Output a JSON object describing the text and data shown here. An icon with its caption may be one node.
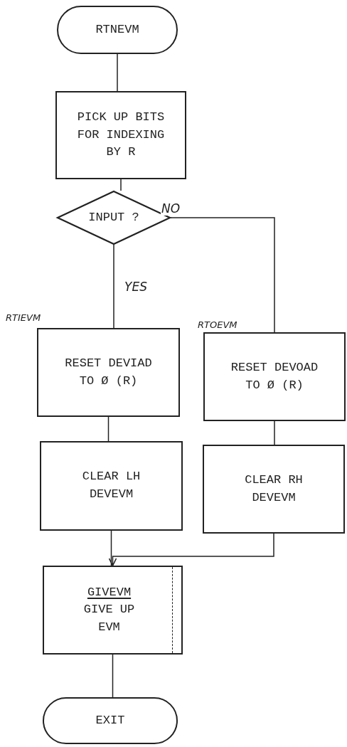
{
  "diagram": {
    "nodes": [
      {
        "text": [
          "RTNEVM"
        ]
      },
      {
        "text": [
          "PICK UP BITS FOR INDEXING BY R"
        ]
      },
      {
        "text": [
          "INPUT ?"
        ]
      },
      {
        "text": [
          "RESET DEVIAD TO Ø (R)"
        ],
        "beside": [
          "RTIEVM"
        ]
      },
      {
        "text": [
          "RESET DEVOAD TO Ø (R)"
        ],
        "beside": [
          "RTOEVM"
        ]
      },
      {
        "text": [
          "CLEAR LH DEVEVM"
        ]
      },
      {
        "text": [
          "CLEAR RH DEVEVM"
        ]
      },
      {
        "text": [
          "GIVEVM",
          "GIVE UP EVM"
        ]
      },
      {
        "text": [
          "EXIT"
        ]
      }
    ],
    "edges": [
      {
        "from": 0,
        "to": 1,
        "arrow": "none"
      },
      {
        "from": 1,
        "to": 2,
        "arrow": "none"
      },
      {
        "from": 2,
        "to": 3,
        "arrow": "none",
        "label": "YES"
      },
      {
        "from": 2,
        "to": 4,
        "arrow": "none",
        "label": "NO"
      },
      {
        "from": 3,
        "to": 5,
        "arrow": "none"
      },
      {
        "from": 4,
        "to": 6,
        "arrow": "none"
      },
      {
        "from": 5,
        "to": 7,
        "arrow": "none"
      },
      {
        "from": 6,
        "to": 7,
        "arrow": "to"
      },
      {
        "from": 7,
        "to": 8,
        "arrow": "none"
      }
    ]
  }
}
